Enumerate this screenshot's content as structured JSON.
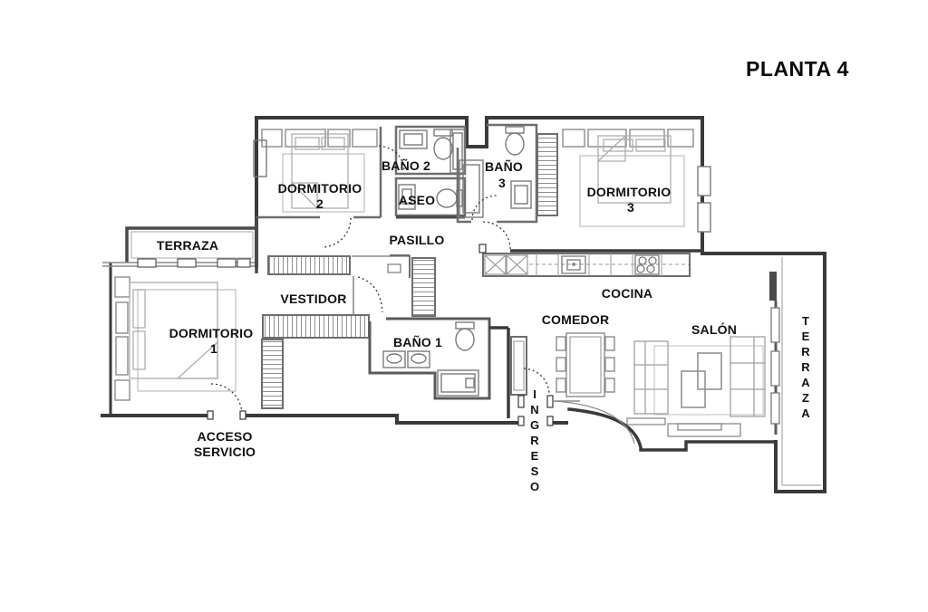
{
  "title": "PLANTA 4",
  "rooms": {
    "dormitorio2": {
      "line1": "DORMITORIO",
      "line2": "2"
    },
    "bano2": "BAÑO 2",
    "aseo": "ASEO",
    "bano3": {
      "line1": "BAÑO",
      "line2": "3"
    },
    "dormitorio3": {
      "line1": "DORMITORIO",
      "line2": "3"
    },
    "terraza_left": "TERRAZA",
    "pasillo": "PASILLO",
    "vestidor": "VESTIDOR",
    "dormitorio1": {
      "line1": "DORMITORIO",
      "line2": "1"
    },
    "bano1": "BAÑO 1",
    "cocina": "COCINA",
    "comedor": "COMEDOR",
    "salon": "SALÓN",
    "terraza_right": "TERRAZA",
    "ingreso": "INGRESO",
    "acceso_servicio": {
      "line1": "ACCESO",
      "line2": "SERVICIO"
    }
  },
  "colors": {
    "wall_dark": "#3a3a3a",
    "wall_mid": "#6e6e6e",
    "furniture": "#9a9a9a",
    "furniture_light": "#bcbcbc",
    "text": "#111111",
    "background": "#ffffff"
  }
}
